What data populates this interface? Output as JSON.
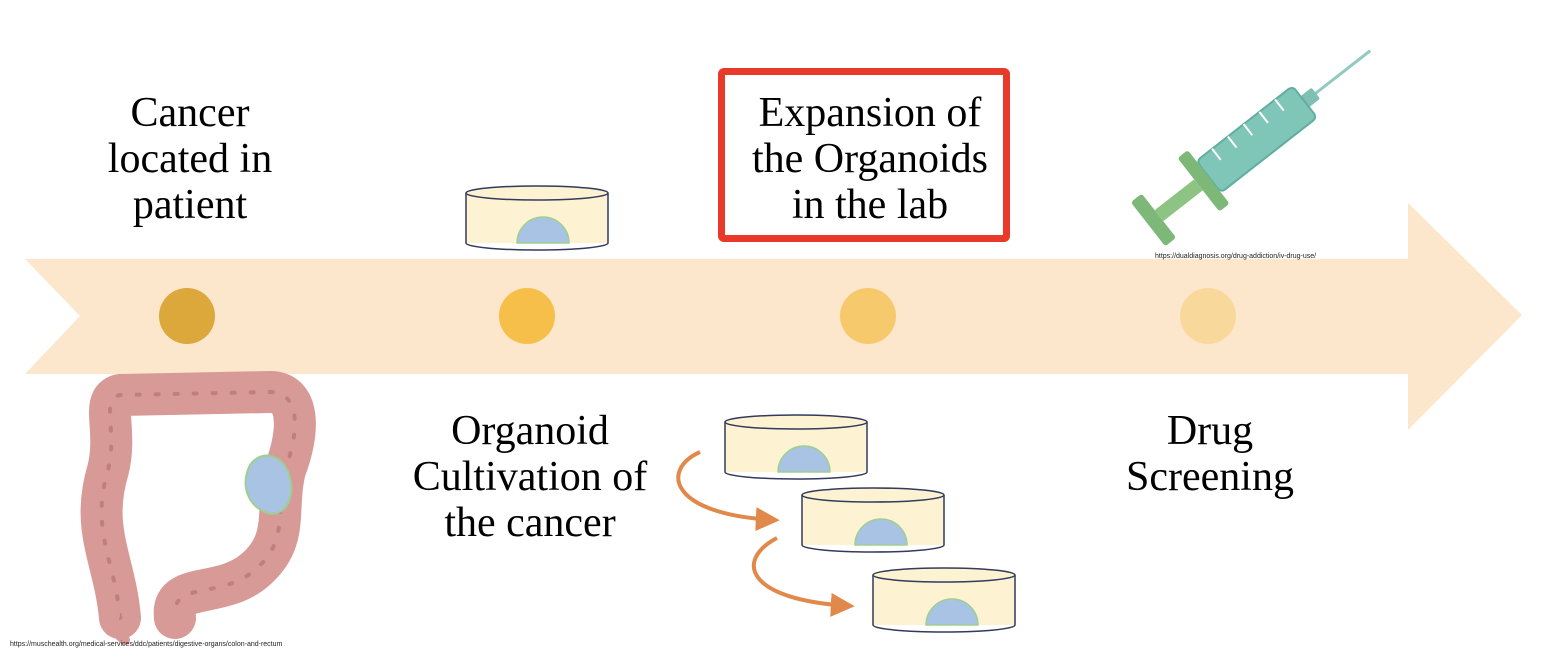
{
  "colors": {
    "arrow": "#fce6cc",
    "highlight": "#e8392a",
    "dot_1": "#dca83c",
    "dot_2": "#f6bf4a",
    "dot_3": "#f7c96d",
    "dot_4": "#f9d89c",
    "dish_fill": "#fdf3d2",
    "organoid": "#a9c3e4",
    "curve_arrow": "#e0894a",
    "syringe": "#84c18e",
    "colon": "#d89a96"
  },
  "steps": [
    {
      "label": "Cancer\nlocated in\npatient"
    },
    {
      "label": "Organoid\nCultivation of\nthe cancer"
    },
    {
      "label": "Expansion of\nthe Organoids\nin the lab"
    },
    {
      "label": "Drug\nScreening"
    }
  ],
  "sources": {
    "syringe": "https://dualdiagnosis.org/drug-addiction/iv-drug-use/",
    "colon": "https://muschealth.org/medical-services/ddc/patients/digestive-organs/colon-and-rectum"
  },
  "icons": {
    "step_1": "colon-icon",
    "step_2": "petri-dish-icon",
    "step_3": "stacked-petri-dishes-icon",
    "step_4": "syringe-icon"
  }
}
